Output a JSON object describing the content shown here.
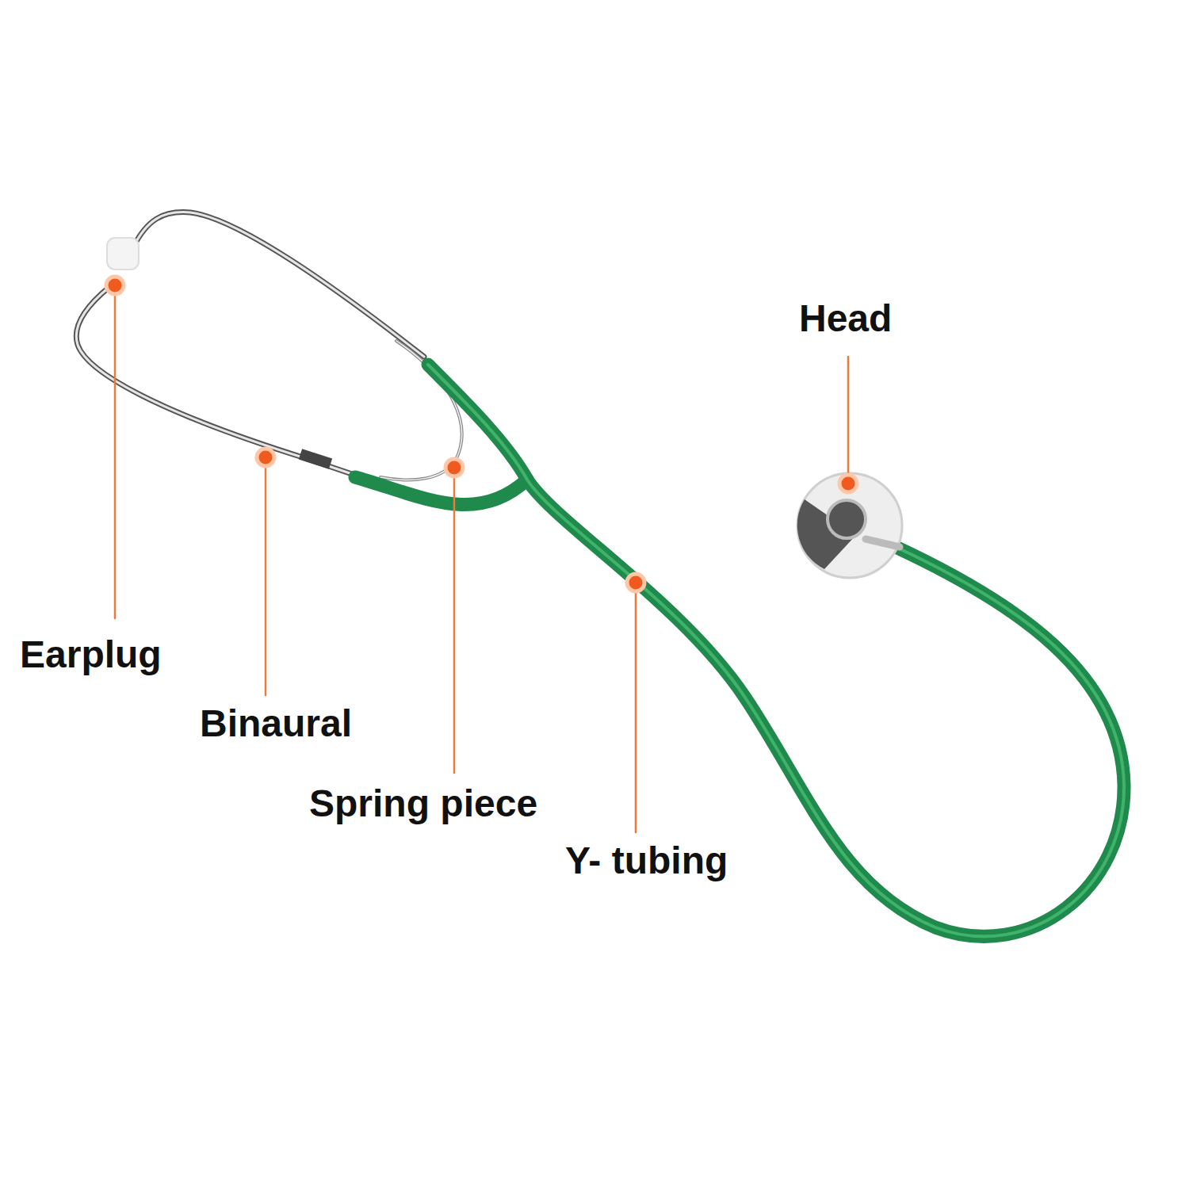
{
  "diagram": {
    "labels": [
      "Earplug",
      "Binaural",
      "Spring piece",
      "Y- tubing",
      "Head"
    ]
  }
}
